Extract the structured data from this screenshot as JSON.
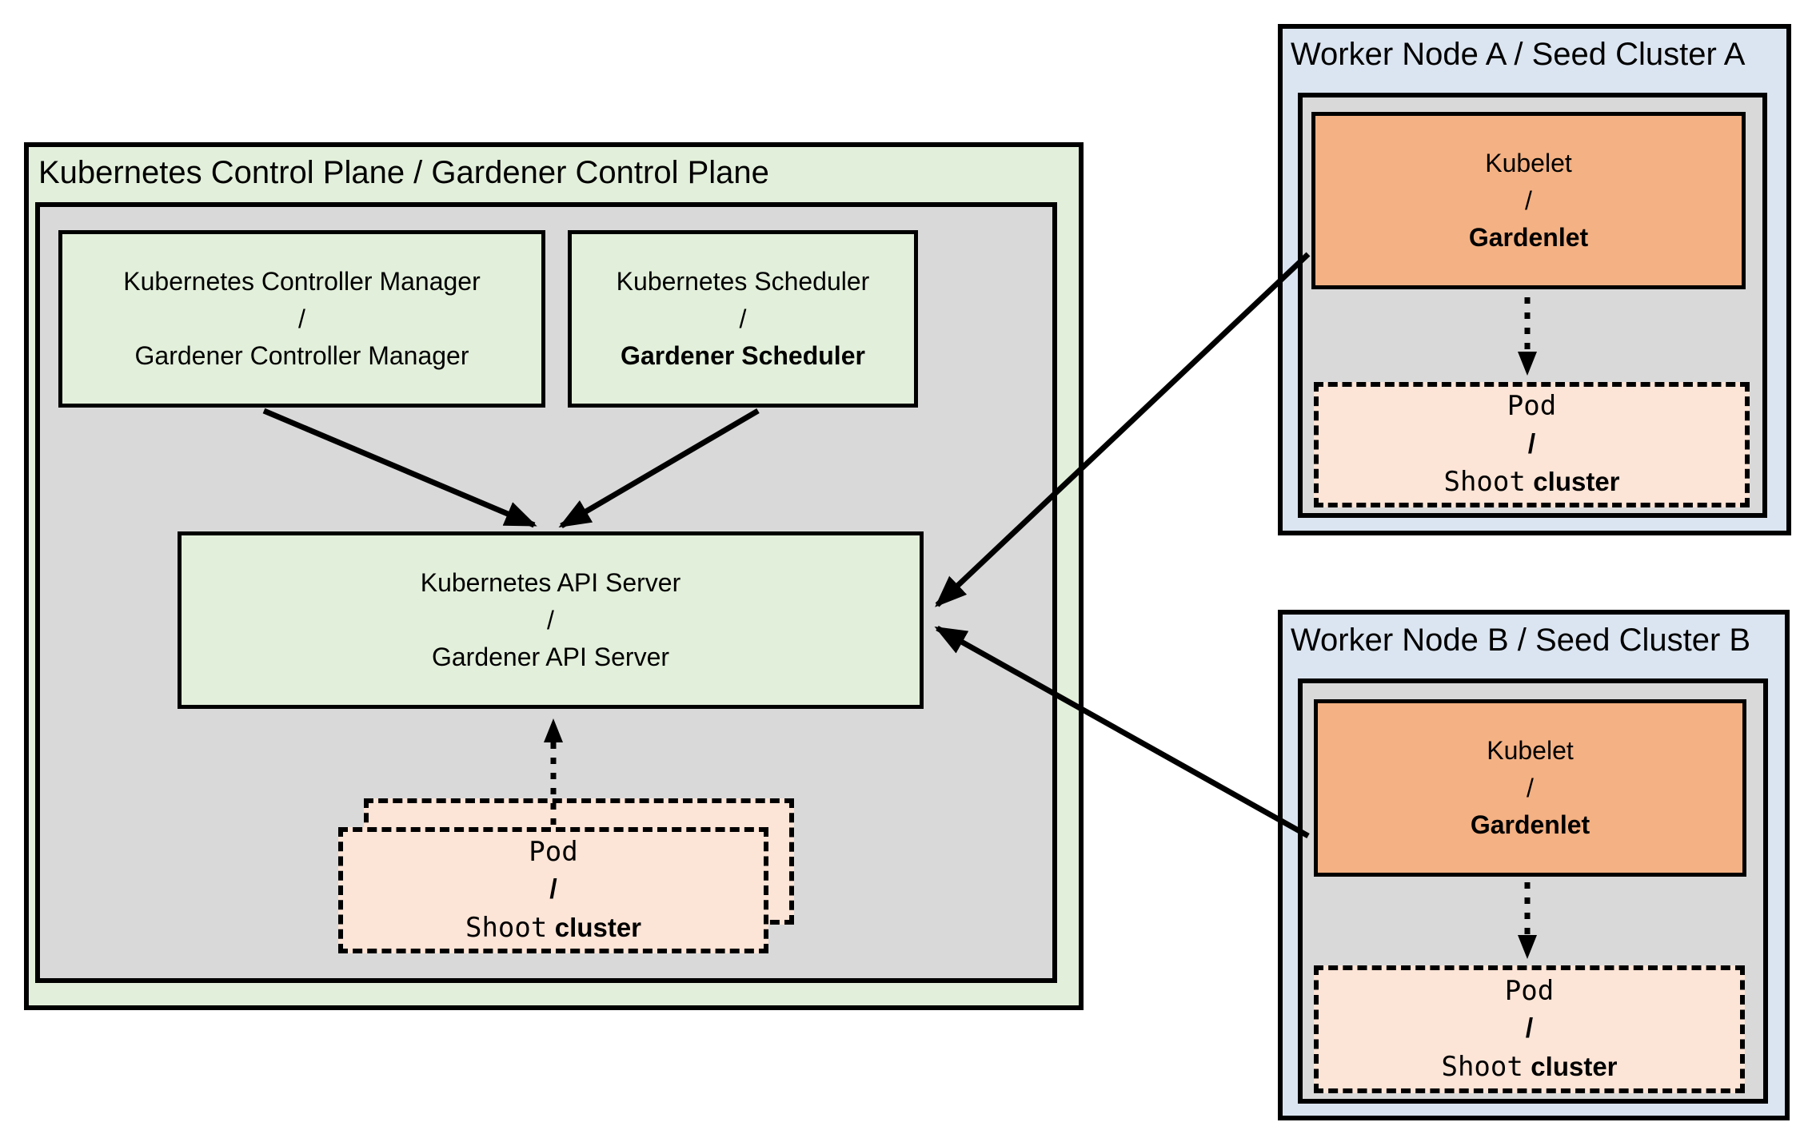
{
  "colors": {
    "box_green": "#e2efda",
    "box_gray": "#d9d9d9",
    "box_blue": "#dbe5f1",
    "box_orange": "#f4b183",
    "box_peach": "#fce4d6",
    "border_black": "#000000"
  },
  "control_plane": {
    "title": "Kubernetes Control Plane / Gardener Control Plane",
    "controller_manager": [
      "Kubernetes Controller Manager",
      "/",
      "Gardener Controller Manager"
    ],
    "scheduler": [
      "Kubernetes Scheduler",
      "/",
      "Gardener Scheduler"
    ],
    "api_server": [
      "Kubernetes API Server",
      "/",
      "Gardener API Server"
    ],
    "pod_stack": {
      "line1": "Pod",
      "line2": "/",
      "line3_mono": "Shoot",
      "line3_sans": "cluster"
    }
  },
  "worker_node_a": {
    "title": "Worker Node A / Seed Cluster A",
    "kubelet": [
      "Kubelet",
      "/",
      "Gardenlet"
    ],
    "pod": {
      "line1": "Pod",
      "line2": "/",
      "line3_mono": "Shoot",
      "line3_sans": "cluster"
    }
  },
  "worker_node_b": {
    "title": "Worker Node B / Seed Cluster B",
    "kubelet": [
      "Kubelet",
      "/",
      "Gardenlet"
    ],
    "pod": {
      "line1": "Pod",
      "line2": "/",
      "line3_mono": "Shoot",
      "line3_sans": "cluster"
    }
  }
}
